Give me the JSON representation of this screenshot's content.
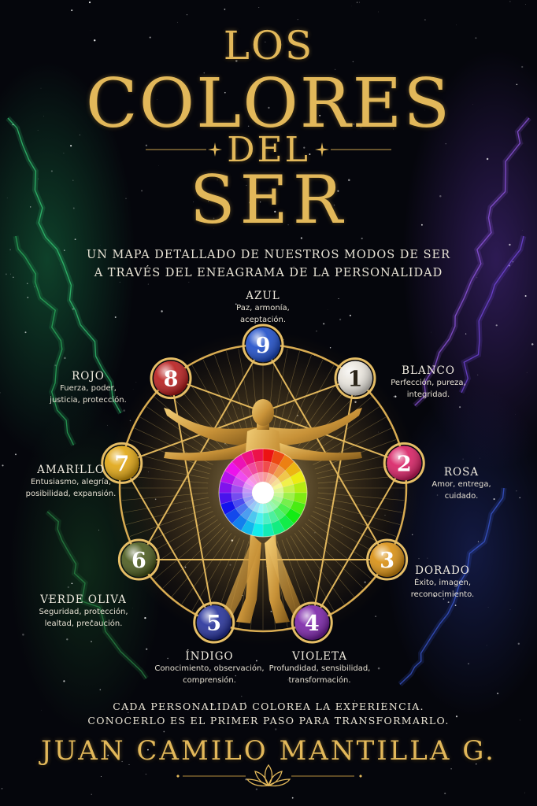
{
  "title": {
    "line1": "LOS",
    "line2": "COLORES",
    "line3": "DEL",
    "line4": "SER"
  },
  "subtitle": {
    "line1": "UN MAPA DETALLADO DE NUESTROS MODOS DE SER",
    "line2": "A TRAVÉS DEL ENEAGRAMA DE LA PERSONALIDAD"
  },
  "points": [
    {
      "number": "1",
      "name": "BLANCO",
      "desc1": "Perfección, pureza,",
      "desc2": "integridad.",
      "color": "#e8e4dc"
    },
    {
      "number": "2",
      "name": "ROSA",
      "desc1": "Amor, entrega,",
      "desc2": "cuidado.",
      "color": "#d81e63"
    },
    {
      "number": "3",
      "name": "DORADO",
      "desc1": "Éxito, imagen,",
      "desc2": "reconocimiento.",
      "color": "#d98f10"
    },
    {
      "number": "4",
      "name": "VIOLETA",
      "desc1": "Profundidad, sensibilidad,",
      "desc2": "transformación.",
      "color": "#7a22a8"
    },
    {
      "number": "5",
      "name": "ÍNDIGO",
      "desc1": "Conocimiento, observación,",
      "desc2": "comprensión.",
      "color": "#24309a"
    },
    {
      "number": "6",
      "name": "VERDE OLIVA",
      "desc1": "Seguridad, protección,",
      "desc2": "lealtad, precaución.",
      "color": "#4a5a1c"
    },
    {
      "number": "7",
      "name": "AMARILLO",
      "desc1": "Entusiasmo, alegría,",
      "desc2": "posibilidad, expansión.",
      "color": "#e0a510"
    },
    {
      "number": "8",
      "name": "ROJO",
      "desc1": "Fuerza, poder,",
      "desc2": "justicia, protección.",
      "color": "#b81c1c"
    },
    {
      "number": "9",
      "name": "AZUL",
      "desc1": "Paz, armonía,",
      "desc2": "aceptación.",
      "color": "#1c4cc8"
    }
  ],
  "bottom": {
    "line1": "CADA PERSONALIDAD COLOREA LA EXPERIENCIA.",
    "line2": "CONOCERLO ES EL PRIMER PASO PARA TRANSFORMARLO."
  },
  "author": "JUAN CAMILO MANTILLA G.",
  "icons": [
    "star-ornament-icon",
    "lotus-icon"
  ],
  "colors": {
    "gold": "#e2b85a",
    "background": "#05060c"
  }
}
